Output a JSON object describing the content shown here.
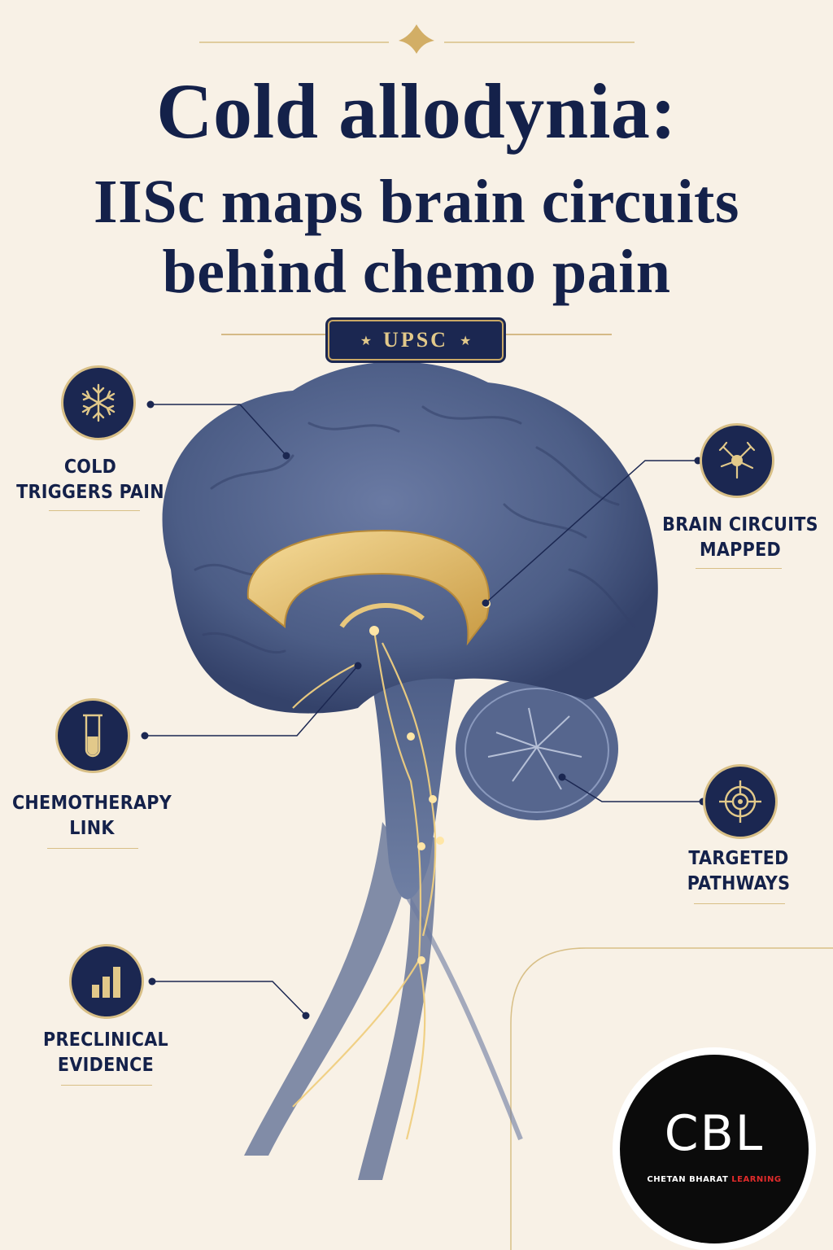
{
  "title": {
    "line1": "Cold allodynia:",
    "line2": "IISc maps brain circuits",
    "line3": "behind chemo pain"
  },
  "badge": {
    "label": "UPSC",
    "star": "★"
  },
  "features": [
    {
      "line1": "COLD",
      "line2": "TRIGGERS PAIN",
      "icon": "snowflake-icon"
    },
    {
      "line1": "BRAIN CIRCUITS",
      "line2": "MAPPED",
      "icon": "neuron-icon"
    },
    {
      "line1": "CHEMOTHERAPY",
      "line2": "LINK",
      "icon": "test-tube-icon"
    },
    {
      "line1": "TARGETED",
      "line2": "PATHWAYS",
      "icon": "target-icon"
    },
    {
      "line1": "PRECLINICAL",
      "line2": "EVIDENCE",
      "icon": "bar-chart-icon"
    }
  ],
  "logo": {
    "mark": "CBL",
    "sub_white": "CHETAN BHARAT",
    "sub_red": "LEARNING"
  },
  "colors": {
    "background": "#f8f1e6",
    "navy": "#14214a",
    "gold": "#d8bf86",
    "brain": "#4c5d86"
  }
}
